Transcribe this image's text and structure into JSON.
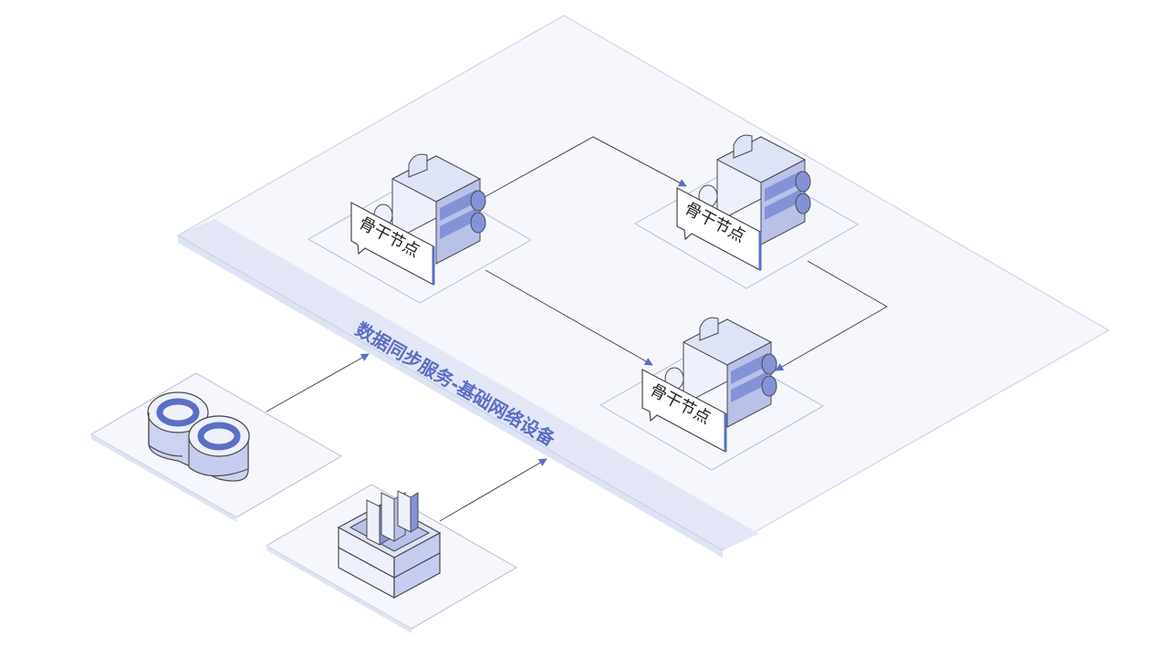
{
  "platform": {
    "label": "数据同步服务-基础网络设备"
  },
  "nodes": [
    {
      "label": "骨干节点"
    },
    {
      "label": "骨干节点"
    },
    {
      "label": "骨干节点"
    }
  ],
  "sources": [
    {
      "icon": "infinity-ring-icon"
    },
    {
      "icon": "building-box-icon"
    }
  ],
  "colors": {
    "accent": "#5b6fc4",
    "platform_fill": "#f5f6fb",
    "platform_edge": "#dde2f4",
    "block_light": "#e6e9f8",
    "block_mid": "#b9c1e8",
    "block_dark": "#8592d8",
    "stroke": "#4a4a4a"
  }
}
